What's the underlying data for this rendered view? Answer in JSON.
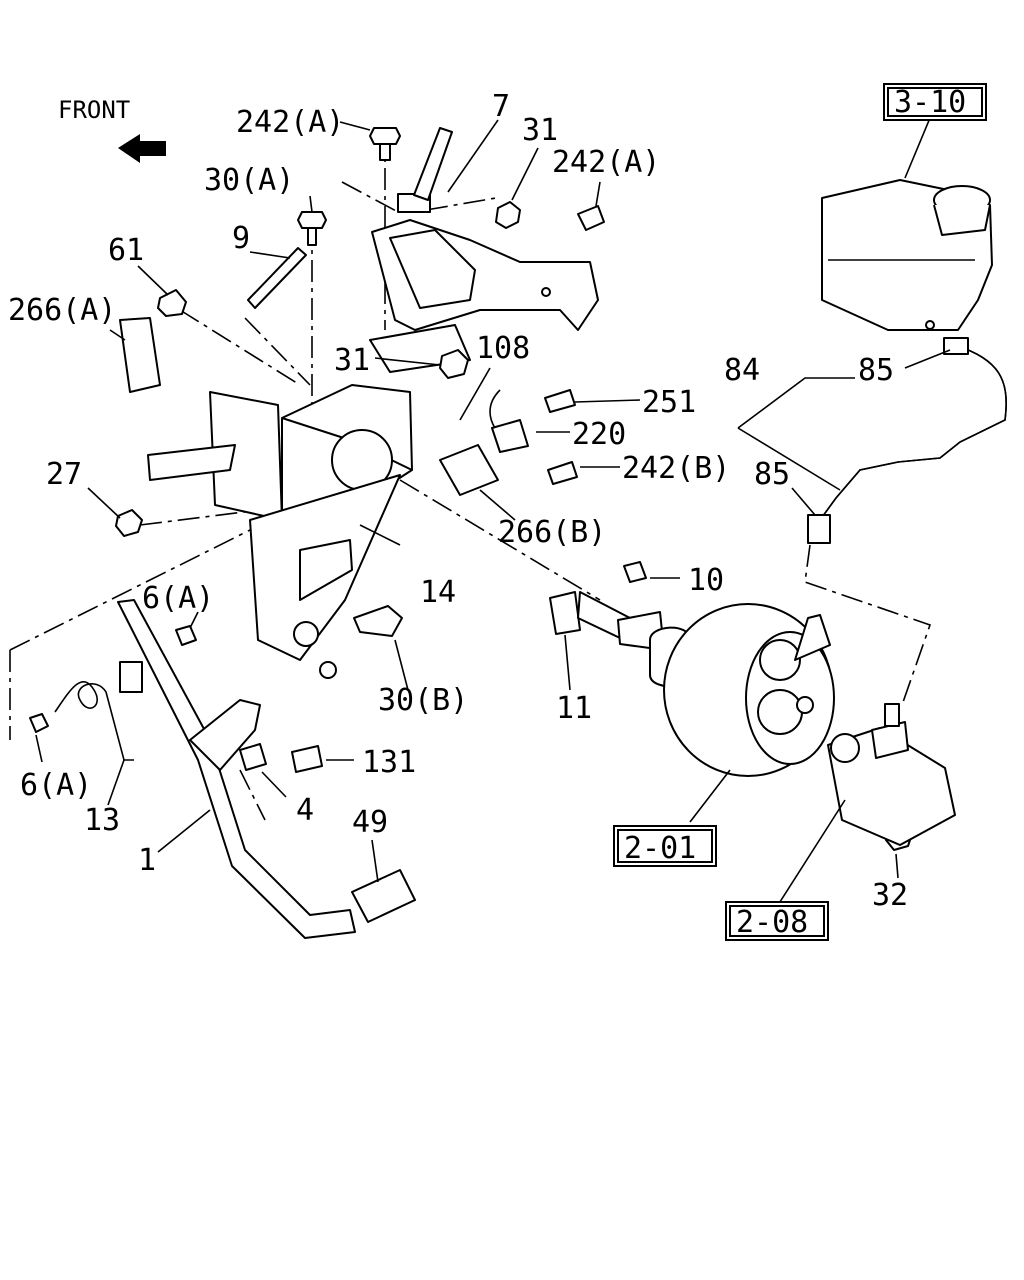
{
  "orientation": {
    "label": "FRONT",
    "icon": "front-arrow-icon"
  },
  "callouts": {
    "c242a_top": "242(A)",
    "c7": "7",
    "c31_top": "31",
    "c242a_right": "242(A)",
    "c30a": "30(A)",
    "c9": "9",
    "c61": "61",
    "c266a": "266(A)",
    "c31_mid": "31",
    "c108": "108",
    "c251": "251",
    "c220": "220",
    "c242b": "242(B)",
    "c27": "27",
    "c266b": "266(B)",
    "c14": "14",
    "c10": "10",
    "c6a_upper": "6(A)",
    "c30b": "30(B)",
    "c11": "11",
    "c6a_lower": "6(A)",
    "c13": "13",
    "c131": "131",
    "c4": "4",
    "c1": "1",
    "c49": "49",
    "c84": "84",
    "c85_upper": "85",
    "c85_lower": "85",
    "c32": "32"
  },
  "reference_boxes": {
    "ref_3_10": "3-10",
    "ref_2_01": "2-01",
    "ref_2_08": "2-08"
  }
}
